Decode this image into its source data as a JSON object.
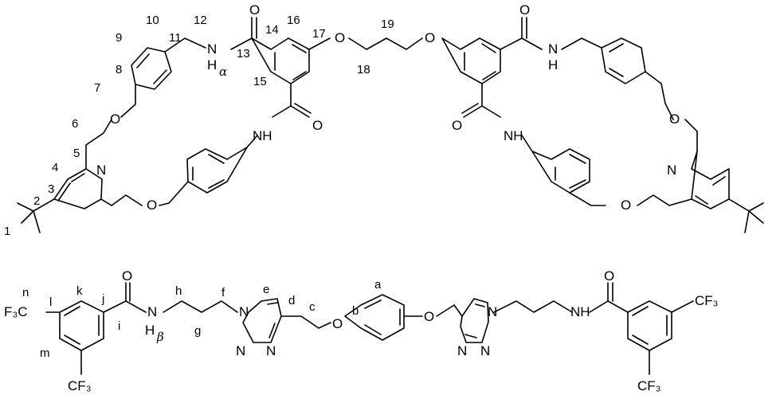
{
  "top_molecule": {
    "atoms": {
      "nh_alpha_N": "N",
      "nh_alpha_H": "H",
      "alpha": "α",
      "O_carbonyl_13": "O",
      "O_ether_17": "O",
      "O_ether_r": "O",
      "O_carbonyl_r1": "O",
      "NH_r1_N": "N",
      "NH_r1_H": "H",
      "NH_lower_left": "NH",
      "O_carbonyl_lower_left": "O",
      "O_ether_7": "O",
      "N_pyridine_left": "N",
      "O_ether_bottom_left": "O",
      "O_carbonyl_r2": "O",
      "NH_r2": "NH",
      "O_ether_right": "O",
      "N_pyridine_right": "N",
      "O_ether_bottom_right": "O"
    },
    "position_labels": {
      "n1": "1",
      "n2": "2",
      "n3": "3",
      "n4": "4",
      "n5": "5",
      "n6": "6",
      "n7": "7",
      "n8": "8",
      "n9": "9",
      "n10": "10",
      "n11": "11",
      "n12": "12",
      "n13": "13",
      "n14": "14",
      "n15": "15",
      "n16": "16",
      "n17": "17",
      "n18": "18",
      "n19": "19"
    }
  },
  "bottom_molecule": {
    "atoms": {
      "cf3_l": "F₃C",
      "cf3_m": "CF₃",
      "O_amide_l": "O",
      "N_amide_l": "N",
      "H_beta": "H",
      "beta": "β",
      "N_triazole_1": "N",
      "N_triazole_2": "N",
      "N_triazole_3": "N",
      "O_ether_l": "O",
      "O_ether_r": "O",
      "N_triazole_r1": "N",
      "N_triazole_r2": "N",
      "N_triazole_r3": "N",
      "NH_amide_r": "NH",
      "O_amide_r": "O",
      "cf3_r1": "CF₃",
      "cf3_r2": "CF₃"
    },
    "position_labels": {
      "a": "a",
      "b": "b",
      "c": "c",
      "d": "d",
      "e": "e",
      "f": "f",
      "g": "g",
      "h": "h",
      "i": "i",
      "j": "j",
      "k": "k",
      "l": "l",
      "m": "m",
      "n": "n"
    }
  }
}
